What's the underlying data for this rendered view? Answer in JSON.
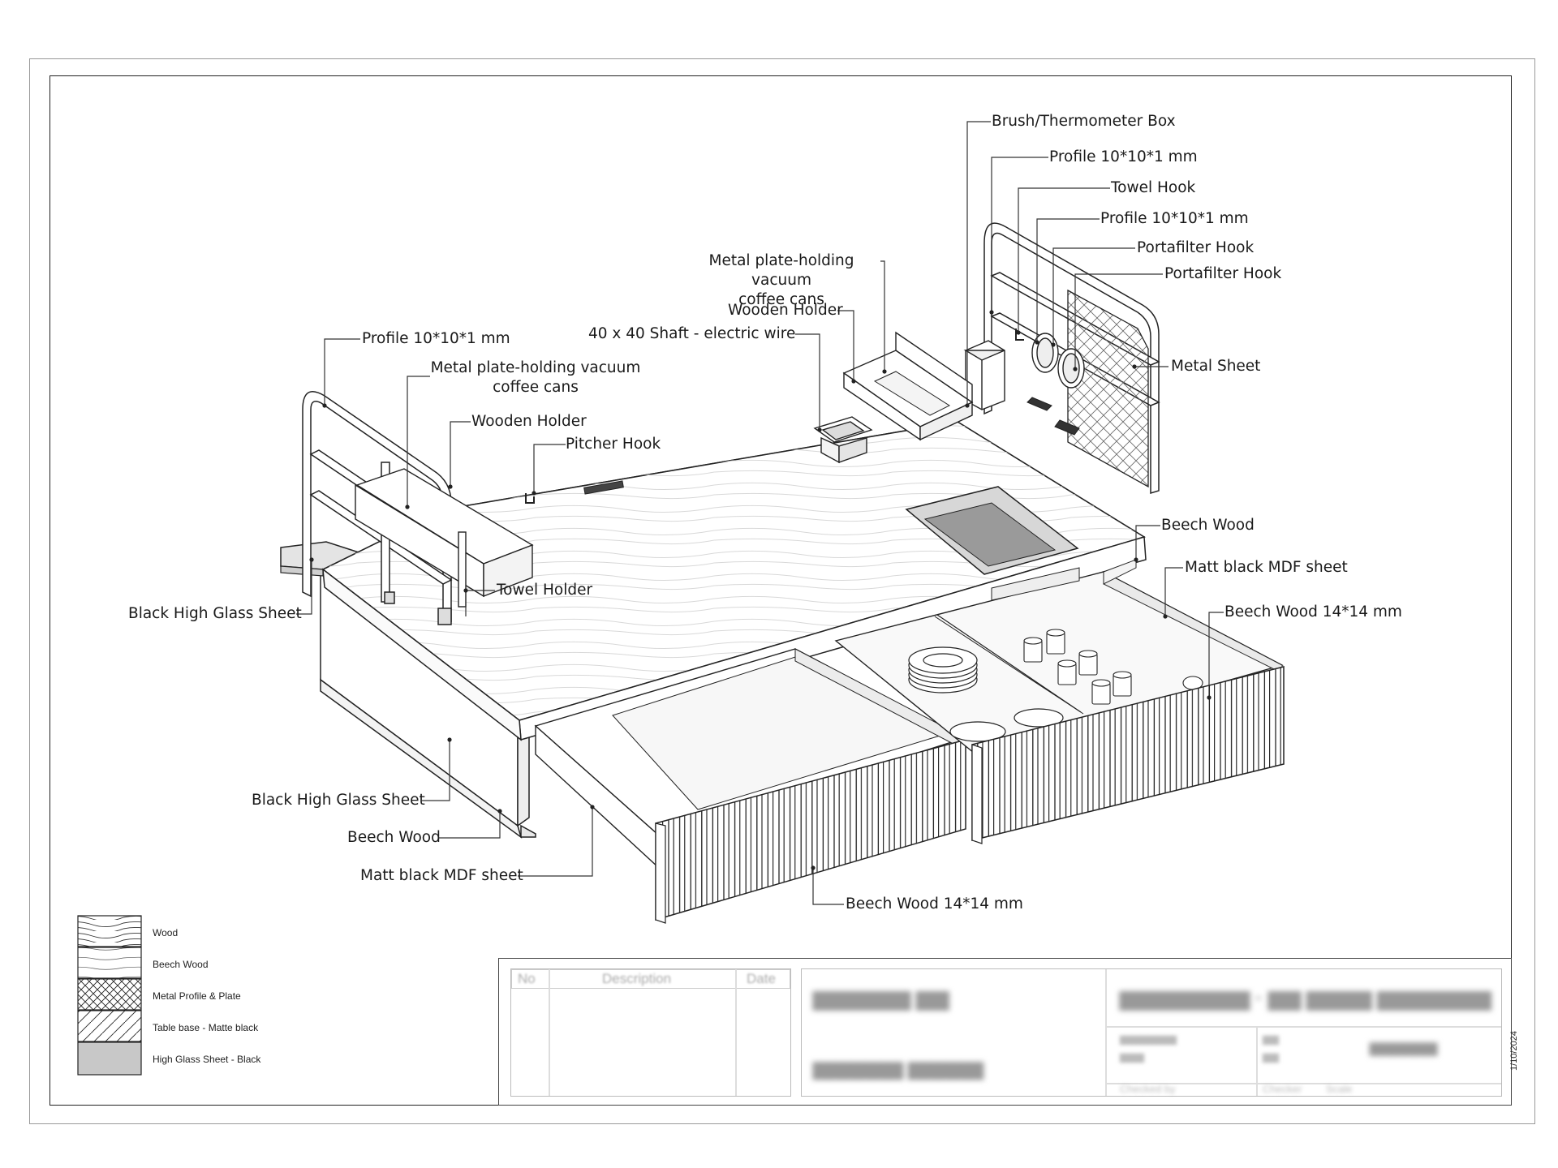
{
  "callouts": {
    "brush_box": "Brush/Thermometer Box",
    "profile_right_1": "Profile 10*10*1 mm",
    "towel_hook": "Towel Hook",
    "profile_right_2": "Profile 10*10*1 mm",
    "portafilter_hook_1": "Portafilter Hook",
    "portafilter_hook_2": "Portafilter Hook",
    "metal_plate_right": "Metal plate-holding vacuum\ncoffee cans",
    "wooden_holder_right": "Wooden Holder",
    "shaft": "40 x 40 Shaft - electric wire",
    "metal_sheet": "Metal Sheet",
    "profile_left": "Profile 10*10*1 mm",
    "metal_plate_left": "Metal plate-holding vacuum\ncoffee cans",
    "wooden_holder_left": "Wooden Holder",
    "pitcher_hook": "Pitcher Hook",
    "beech_wood_top": "Beech Wood",
    "matt_black_right": "Matt black MDF sheet",
    "beech_wood_slats_right": "Beech Wood 14*14 mm",
    "towel_holder": "Towel Holder",
    "black_glass_left": "Black High Glass Sheet",
    "black_glass_bottom": "Black High Glass Sheet",
    "beech_wood_bottom": "Beech Wood",
    "matt_black_bottom": "Matt black MDF sheet",
    "beech_wood_slats_bottom": "Beech Wood 14*14 mm"
  },
  "legend": [
    {
      "label": "Wood",
      "pattern": "wood"
    },
    {
      "label": "Beech Wood",
      "pattern": "beech"
    },
    {
      "label": "Metal Profile & Plate",
      "pattern": "crosshatch"
    },
    {
      "label": "Table base - Matte black",
      "pattern": "diagonal"
    },
    {
      "label": "High Glass Sheet - Black",
      "pattern": "solid-gray"
    }
  ],
  "title_block": {
    "col_no": "No",
    "col_description": "Description",
    "col_date": "Date",
    "checked_by": "Checked by",
    "checker": "Checker",
    "scale": "Scale"
  },
  "date_stamp": "1/10/2024",
  "colors": {
    "line": "#1a1a1a",
    "glass": "#c8c8c8",
    "frame": "#999999"
  }
}
